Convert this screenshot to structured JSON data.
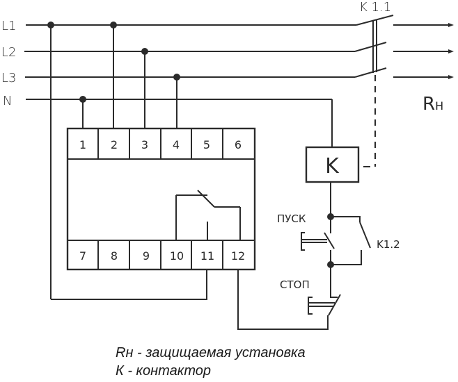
{
  "diagram": {
    "lines": [
      "L1",
      "L2",
      "L3",
      "N"
    ],
    "contactor_main": "K 1.1",
    "load": {
      "main": "R",
      "sub": "H"
    },
    "relay_terminals_top": [
      "1",
      "2",
      "3",
      "4",
      "5",
      "6"
    ],
    "relay_terminals_bottom": [
      "7",
      "8",
      "9",
      "10",
      "11",
      "12"
    ],
    "coil": "K",
    "start_button": "ПУСК",
    "aux_contact": "K1.2",
    "stop_button": "СТОП"
  },
  "legend": [
    "Rн - защищаемая установка",
    "К - контактор"
  ]
}
